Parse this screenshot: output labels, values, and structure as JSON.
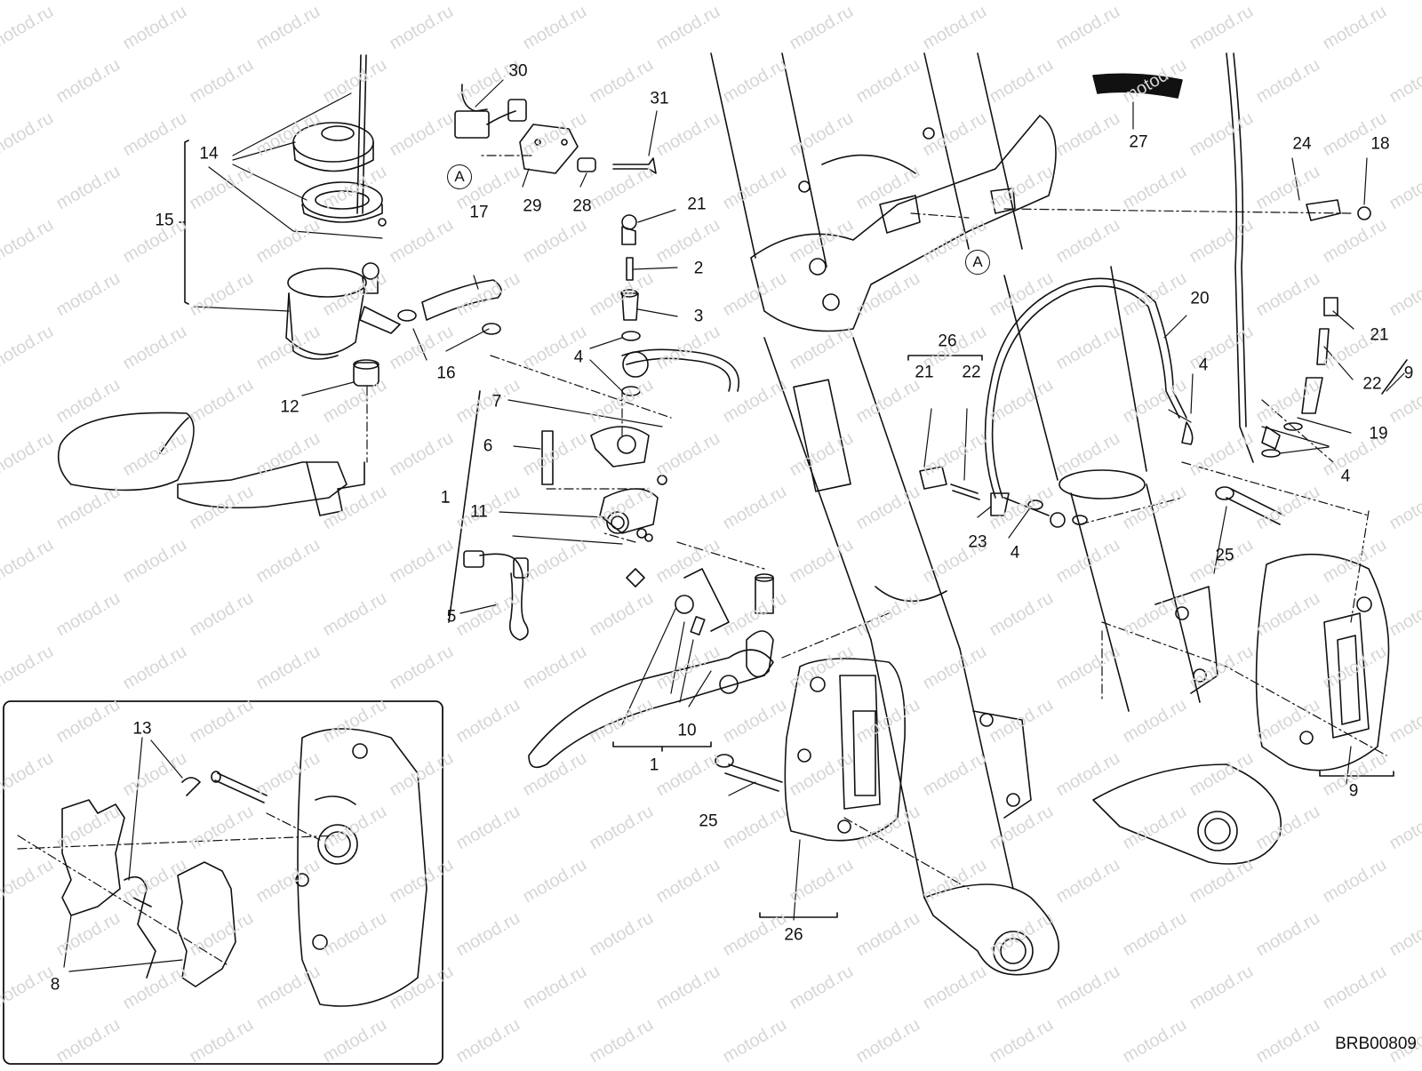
{
  "watermark": "motod.ru",
  "drawing_code": "BRB00809",
  "ref_label": "A",
  "colors": {
    "line": "#111111",
    "watermark": "#d6d6d6",
    "background": "#ffffff"
  },
  "callouts": {
    "c1a": "1",
    "c1b": "1",
    "c2": "2",
    "c3": "3",
    "c4a": "4",
    "c4b": "4",
    "c4c": "4",
    "c4d": "4",
    "c5": "5",
    "c6": "6",
    "c7": "7",
    "c8": "8",
    "c9a": "9",
    "c9b": "9",
    "c10": "10",
    "c11": "11",
    "c12": "12",
    "c13": "13",
    "c14": "14",
    "c15": "15",
    "c16": "16",
    "c17": "17",
    "c18": "18",
    "c19": "19",
    "c20": "20",
    "c21a": "21",
    "c21b": "21",
    "c21c": "21",
    "c22a": "22",
    "c22b": "22",
    "c23": "23",
    "c24": "24",
    "c25a": "25",
    "c25b": "25",
    "c26a": "26",
    "c26b": "26",
    "c27": "27",
    "c28": "28",
    "c29": "29",
    "c30": "30",
    "c31": "31"
  }
}
